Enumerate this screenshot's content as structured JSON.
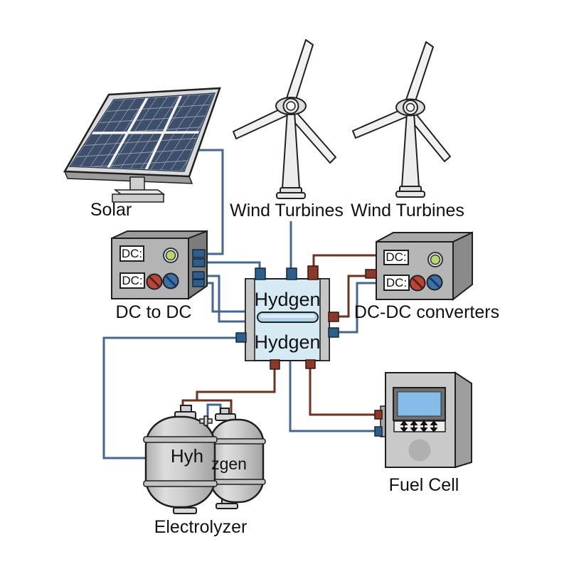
{
  "components": {
    "solar": {
      "label": "Solar"
    },
    "wind_turbine_left": {
      "label": "Wind Turbines"
    },
    "wind_turbine_right": {
      "label": "Wind Turbines"
    },
    "dc_to_dc": {
      "label": "DC to DC",
      "display_top": "DC:",
      "display_bottom": "DC:"
    },
    "dc_dc_converters": {
      "label": "DC-DC converters",
      "display_top": "DC:",
      "display_bottom": "DC:"
    },
    "hydrogen_unit": {
      "label_top": "Hydgen",
      "label_bottom": "Hydgen"
    },
    "electrolyzer": {
      "label": "Electrolyzer",
      "tank_left_label": "Hyh",
      "tank_right_label": "zgen"
    },
    "fuel_cell": {
      "label": "Fuel Cell"
    }
  },
  "colors": {
    "wire_blue": "#44678f",
    "wire_red": "#6e3222",
    "port_blue": "#2e5f8a",
    "port_red": "#8a3a2b",
    "box_gray_front": "#b4b4b4",
    "box_gray_top": "#9b9b9b",
    "box_gray_side": "#7d7d7d",
    "hydrogen_fill": "#d6eaf3",
    "membrane_fill": "#aed3e8",
    "indicator_green": "#b5d96b",
    "knob_red": "#b8473a",
    "knob_blue": "#3e6fa8",
    "panel_cell_blue": "#3d4f6b",
    "tank_gray": "#cccccc",
    "screen_blue": "#85bde8"
  },
  "connections": [
    {
      "id": "wire-solar-to-dctodc",
      "from": "solar",
      "to": "dc_to_dc",
      "color": "blue"
    },
    {
      "id": "wire-dctodc-to-hydrogen-top",
      "from": "dc_to_dc",
      "to": "hydrogen_unit",
      "color": "blue"
    },
    {
      "id": "wire-dctodc-to-hydrogen-mid1",
      "from": "dc_to_dc",
      "to": "hydrogen_unit",
      "color": "blue"
    },
    {
      "id": "wire-dctodc-to-hydrogen-mid2",
      "from": "dc_to_dc",
      "to": "hydrogen_unit",
      "color": "blue"
    },
    {
      "id": "wire-wind-left-to-hydrogen",
      "from": "wind_turbine_left",
      "to": "hydrogen_unit",
      "color": "blue"
    },
    {
      "id": "wire-hydrogen-to-dcdc-top",
      "from": "hydrogen_unit",
      "to": "dc_dc_converters",
      "color": "red"
    },
    {
      "id": "wire-hydrogen-to-dcdc-mid",
      "from": "hydrogen_unit",
      "to": "dc_dc_converters",
      "color": "red"
    },
    {
      "id": "wire-hydrogen-to-dcdc-blue",
      "from": "hydrogen_unit",
      "to": "dc_dc_converters",
      "color": "blue"
    },
    {
      "id": "wire-hydrogen-to-electrolyzer-blue",
      "from": "hydrogen_unit",
      "to": "electrolyzer",
      "color": "blue"
    },
    {
      "id": "wire-hydrogen-to-electrolyzer-red",
      "from": "hydrogen_unit",
      "to": "electrolyzer",
      "color": "red"
    },
    {
      "id": "wire-hydrogen-to-fuelcell-red",
      "from": "hydrogen_unit",
      "to": "fuel_cell",
      "color": "red"
    },
    {
      "id": "wire-hydrogen-to-fuelcell-blue",
      "from": "hydrogen_unit",
      "to": "fuel_cell",
      "color": "blue"
    }
  ]
}
